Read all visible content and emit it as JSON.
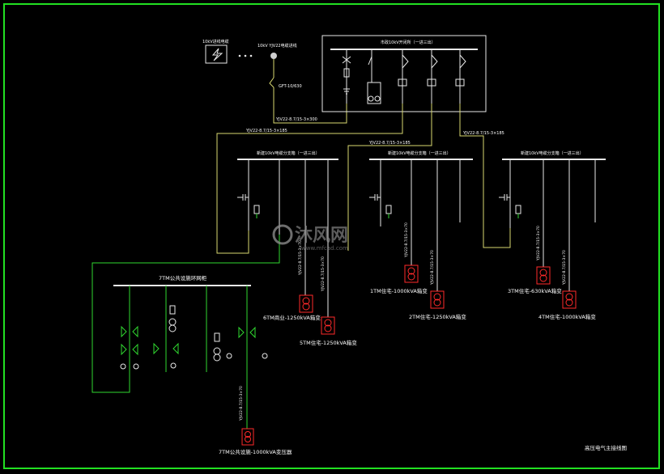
{
  "frame": {
    "border_color": "#22e022"
  },
  "colors": {
    "line_white": "#e8e8e8",
    "line_yellow": "#d8d870",
    "line_green": "#30d830",
    "transformer_red": "#ff2a2a",
    "label_white": "#ffffff"
  },
  "source": {
    "text1": "10kV进线电缆",
    "text2": "10kV YJV22电缆进线",
    "text3": "GFT-10/630"
  },
  "main_panel": {
    "title": "市政10kV开闭所（一进三出）"
  },
  "feeders": {
    "f1": "YJV22-8.7/15-3×300",
    "f2": "YJV22-8.7/15-3×185",
    "f3": "YJV22-8.7/15-3×185",
    "f4": "YJV22-8.7/15-3×185"
  },
  "sub_panels": [
    {
      "title": "新建10kV电缆分支箱（一进三出）"
    },
    {
      "title": "新建10kV电缆分支箱（一进三出）"
    },
    {
      "title": "新建10kV电缆分支箱（一进三出）"
    }
  ],
  "cable_labels": {
    "c1": "YJV22-8.7/15-3×70",
    "c2": "YJV22-8.7/15-3×70",
    "c3": "YJV22-8.7/15-3×70",
    "c4": "YJV22-8.7/15-3×70",
    "c5": "YJV22-8.7/15-3×70",
    "c6": "YJV22-8.7/15-3×70",
    "c7": "YJV22-8.7/15-3×70"
  },
  "transformers": {
    "t1": "6TM商业-1250kVA箱变",
    "t2": "5TM住宅-1250kVA箱变",
    "t3": "1TM住宅-1000kVA箱变",
    "t4": "2TM住宅-1250kVA箱变",
    "t5": "3TM住宅-630kVA箱变",
    "t6": "4TM住宅-1000kVA箱变",
    "t7": "7TM公共设施-1000kVA变压器"
  },
  "public_room": {
    "title": "7TM公共设施环网柜"
  },
  "footer": {
    "title": "高压电气主接线图"
  },
  "watermark": {
    "text": "沐风网",
    "url": "www.mfcad.com"
  }
}
